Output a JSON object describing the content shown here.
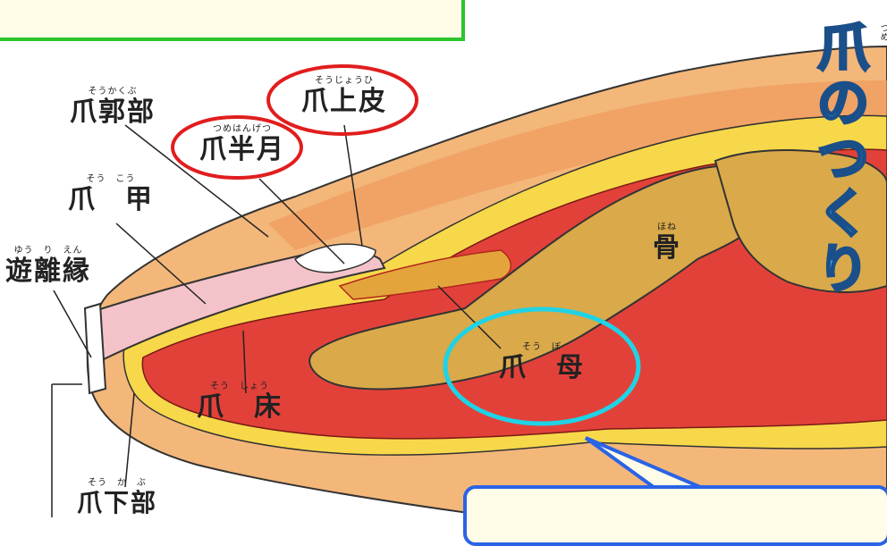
{
  "title": {
    "chars": [
      "爪",
      "の",
      "つ",
      "く",
      "り"
    ],
    "ruby": "つめ"
  },
  "labels": {
    "soukakubu": {
      "ruby": "そうかくぶ",
      "text": "爪郭部"
    },
    "soujouhi": {
      "ruby": "そうじょうひ",
      "text": "爪上皮"
    },
    "tsumehangetsu": {
      "ruby": "つめはんげつ",
      "text": "爪半月"
    },
    "soukou": {
      "ruby": "そう　こう",
      "text": "爪　甲"
    },
    "yuurien": {
      "ruby": "ゆう　り　えん",
      "text": "遊離縁"
    },
    "hone": {
      "ruby": "ほね",
      "text": "骨"
    },
    "soubo": {
      "ruby": "そう　ぼ",
      "text": "爪　母"
    },
    "soushou": {
      "ruby": "そう　しょう",
      "text": "爪　床"
    },
    "soukabu": {
      "ruby": "そう　か　ぶ",
      "text": "爪下部"
    }
  },
  "colors": {
    "highlight_red": "#e11d1d",
    "highlight_cyan": "#1fd3e6",
    "box_green": "#2cc52c",
    "box_blue": "#2a63e6",
    "skin": "#f3b77a",
    "tissue": "#e2413a",
    "fat": "#f7d84a",
    "bone": "#d9a94a",
    "title": "#3aa0d8"
  }
}
